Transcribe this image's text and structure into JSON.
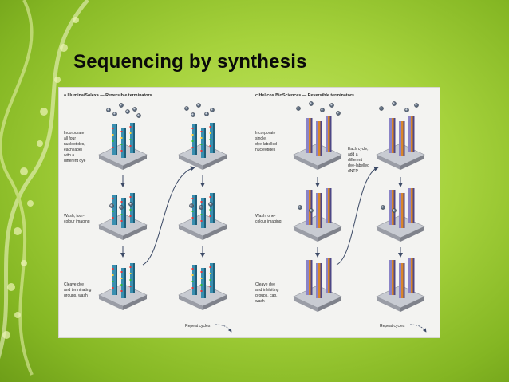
{
  "slide": {
    "title": "Sequencing by synthesis"
  },
  "figure": {
    "panel_a": {
      "title": "a  Illumina/Solexa — Reversible terminators",
      "step1": [
        "Incorporate",
        "all four",
        "nucleotides,",
        "each label",
        "with a",
        "different dye"
      ],
      "step2": [
        "Wash, four-",
        "colour imaging"
      ],
      "step3": [
        "Cleave dye",
        "and terminating",
        "groups, wash"
      ],
      "repeat": "Repeat cycles"
    },
    "panel_c": {
      "title": "c  Helicos BioSciences — Reversible terminators",
      "step1": [
        "Incorporate",
        "single,",
        "dye-labelled",
        "nucleotides"
      ],
      "cycle_note": [
        "Each cycle,",
        "add a",
        "different",
        "dye-labelled",
        "dNTP"
      ],
      "step2": [
        "Wash, one-",
        "colour imaging"
      ],
      "step3": [
        "Cleave dye",
        "and inhibiting",
        "groups, cap,",
        "wash"
      ],
      "repeat": "Repeat cycles"
    },
    "colors": {
      "illumina_strand": "#3a8fb0",
      "helicos_strand": "#7a6fb8",
      "helicos_accent": "#d9862a",
      "plate": "#b9bcc4",
      "arrow": "#3c4a66"
    }
  }
}
